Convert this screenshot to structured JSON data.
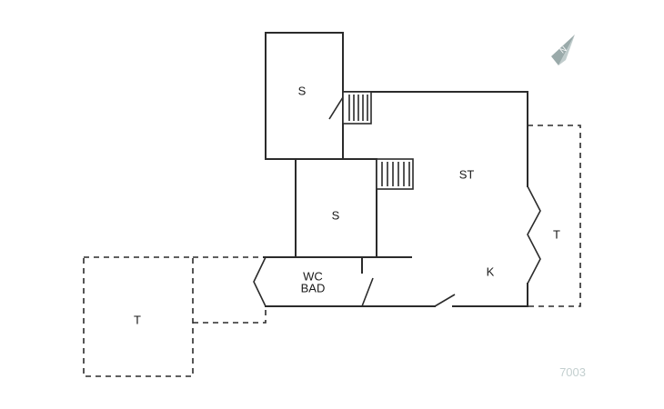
{
  "rooms": {
    "bedroom_upper": "S",
    "bedroom_lower": "S",
    "living": "ST",
    "kitchen": "K",
    "bath_line1": "WC",
    "bath_line2": "BAD",
    "terrace_right": "T",
    "terrace_left": "T"
  },
  "compass": {
    "icon": "north-arrow-icon",
    "label": "N",
    "color": "#9aaaaa"
  },
  "plan_code": "7003",
  "colors": {
    "wall": "#2b2b2b",
    "background": "#ffffff",
    "code": "#c3cfcf"
  }
}
